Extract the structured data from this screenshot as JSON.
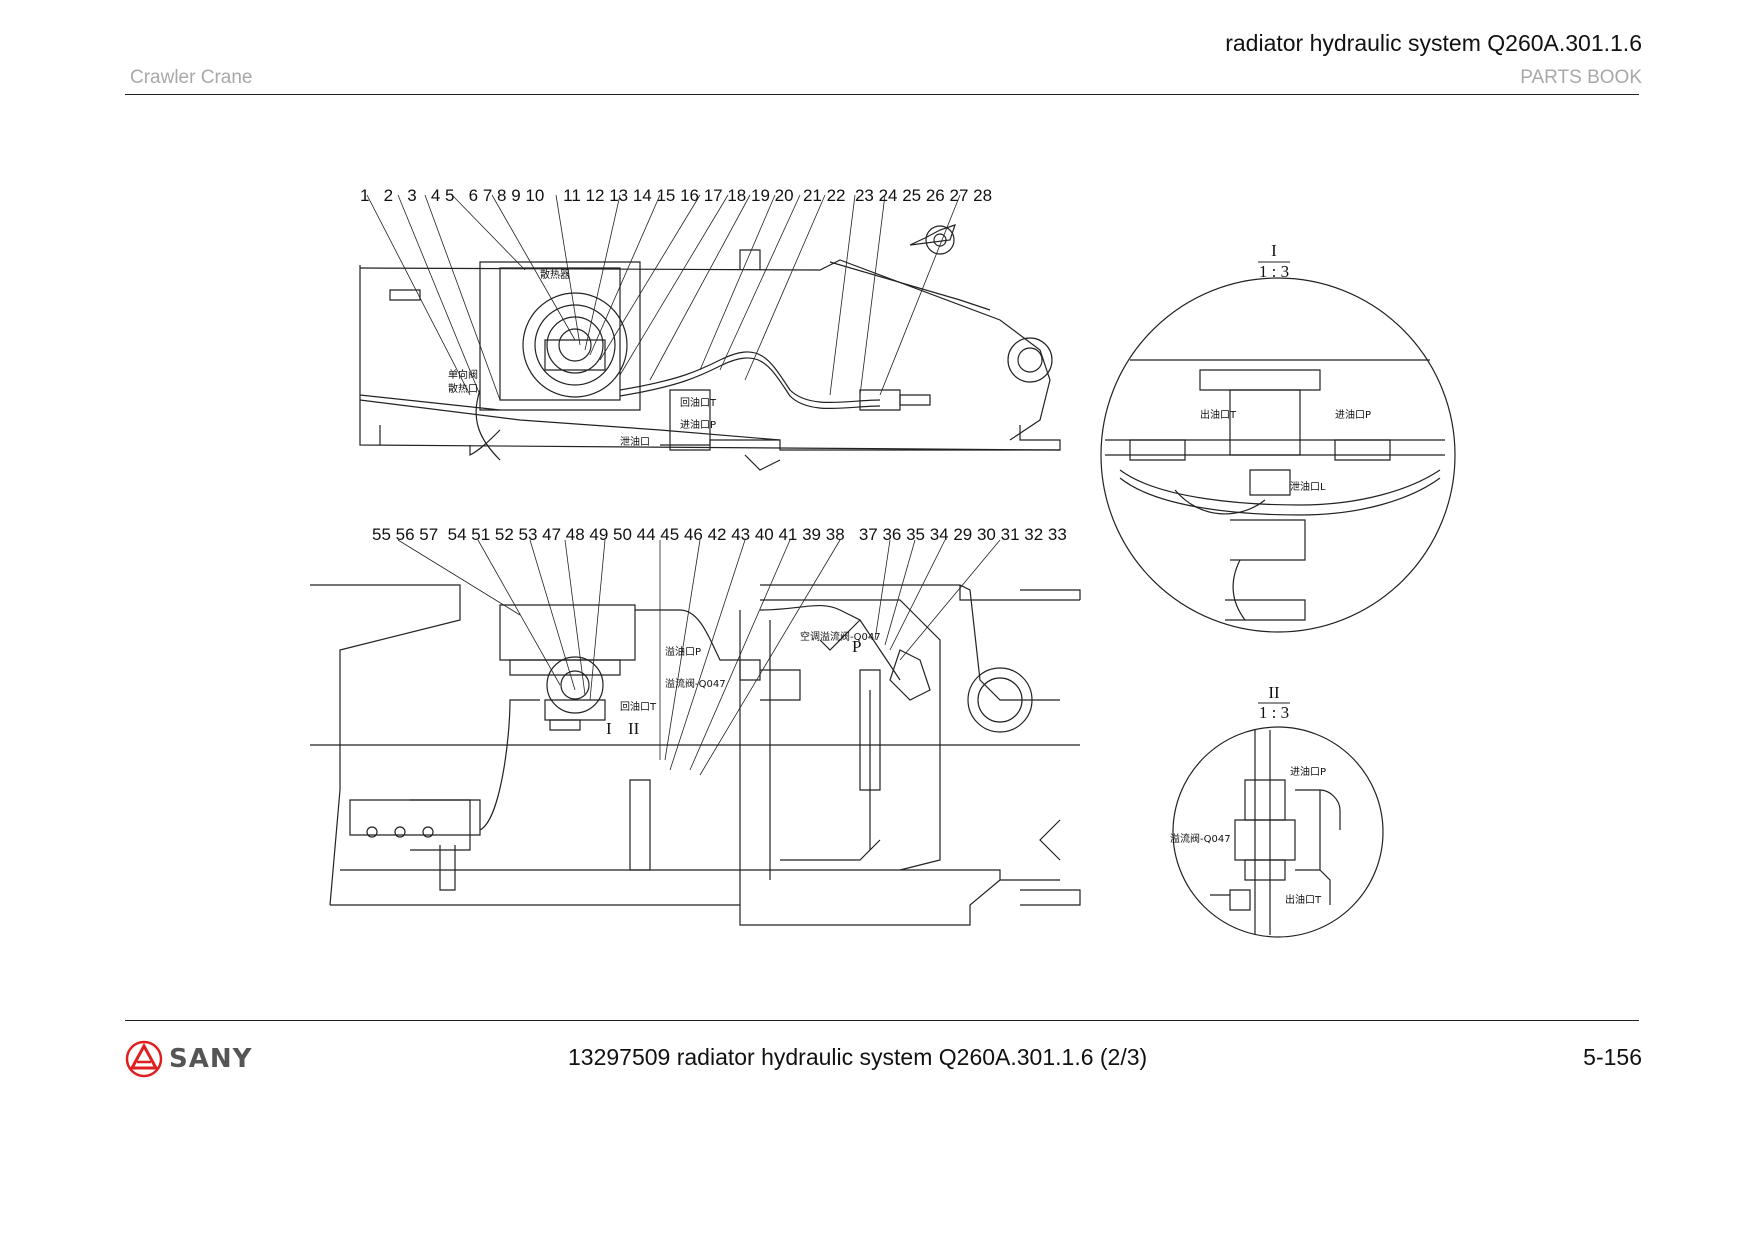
{
  "header": {
    "title": "radiator hydraulic system Q260A.301.1.6",
    "left": "Crawler Crane",
    "right": "PARTS BOOK"
  },
  "diagram": {
    "top_callouts": "1   2   3   4 5   6 7 8 9 10    11 12 13 14 15 16 17 18 19 20  21 22  23 24 25 26 27 28",
    "bottom_callouts": "55 56 57  54 51 52 53 47 48 49 50 44 45 46 42 43 40 41 39 38   37 36 35 34 29 30 31 32 33",
    "detail_1": {
      "roman": "I",
      "scale": "1 : 3"
    },
    "detail_2": {
      "roman": "II",
      "scale": "1 : 3"
    },
    "zh_labels": {
      "outlet_t": "出油口T",
      "inlet_p": "进油口P",
      "leak_l": "泄油口L",
      "inlet_p2": "进油口P",
      "outlet_t2": "出油口T",
      "relief_valve": "溢流阀-Q047",
      "return_t": "回油口T",
      "inlet_p3": "进油口P",
      "drain_port": "溢油口P",
      "valve_label": "溢流阀-Q047",
      "return_port": "回油口T",
      "ac_valve": "空调溢流阀-Q047",
      "fan_label": "散热器",
      "drain_label": "泄油口",
      "left_label": "单向阀",
      "left_label2": "散热口"
    },
    "section_marks": {
      "m1": "I",
      "m2": "II",
      "m3": "P"
    }
  },
  "footer": {
    "caption": "13297509 radiator hydraulic system Q260A.301.1.6 (2/3)",
    "page": "5-156",
    "brand": "SANY",
    "brand_color": "#e02020"
  }
}
